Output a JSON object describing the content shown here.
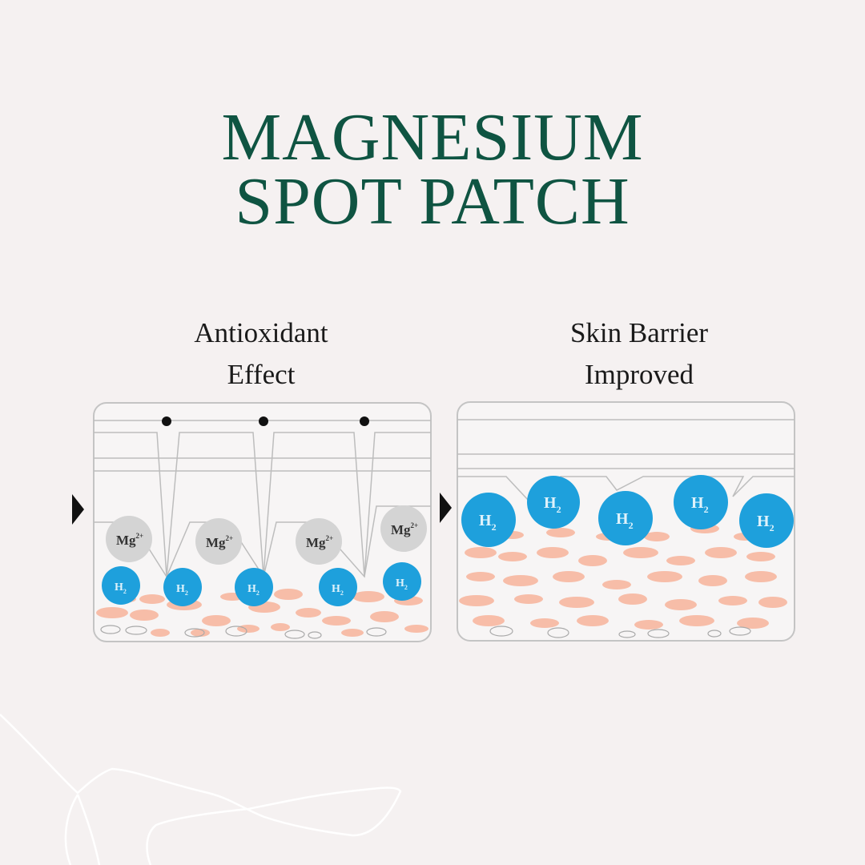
{
  "title": {
    "line1": "MAGNESIUM",
    "line2": "SPOT PATCH"
  },
  "panels": [
    {
      "caption_line1": "Antioxidant",
      "caption_line2": "Effect",
      "mg_label": "Mg",
      "mg_charge": "2+",
      "h_label": "H",
      "h_sub": "2"
    },
    {
      "caption_line1": "Skin Barrier",
      "caption_line2": "Improved",
      "h_label": "H",
      "h_sub": "2"
    }
  ],
  "colors": {
    "title": "#0f5442",
    "h2_blue": "#1ea0dc",
    "mg_gray": "#d4d4d4",
    "cell_peach": "#f7b7a0",
    "background": "#f5f1f1"
  }
}
